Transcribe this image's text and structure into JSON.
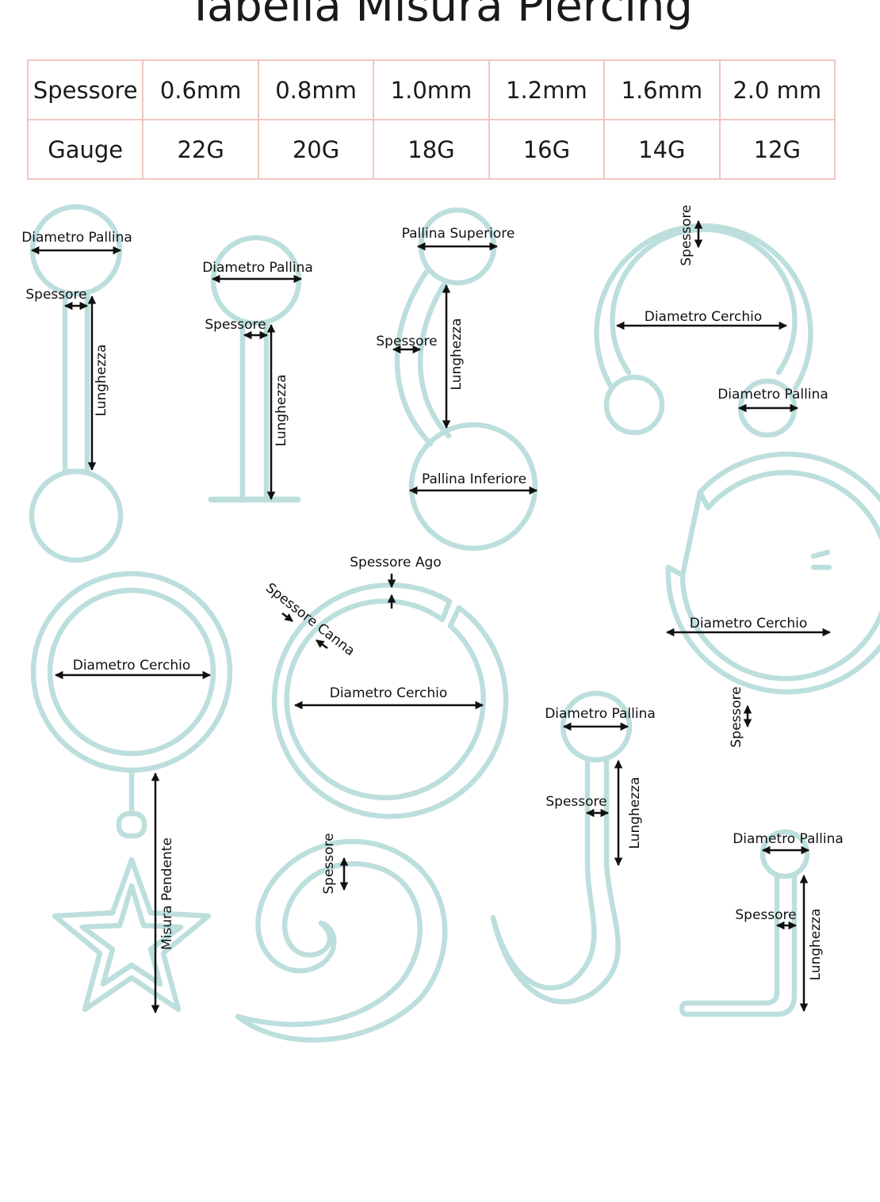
{
  "title": "Tabella Misura Piercing",
  "gauge_table": {
    "row_labels": [
      "Spessore",
      "Gauge"
    ],
    "thickness": [
      "0.6mm",
      "0.8mm",
      "1.0mm",
      "1.2mm",
      "1.6mm",
      "2.0 mm"
    ],
    "gauge": [
      "22G",
      "20G",
      "18G",
      "16G",
      "14G",
      "12G"
    ]
  },
  "colors": {
    "outline": "#bcdfdd",
    "table_border": "#f1c6c2",
    "arrow": "#111111"
  },
  "labels": {
    "diametro_pallina": "Diametro Pallina",
    "spessore": "Spessore",
    "lunghezza": "Lunghezza",
    "pallina_superiore": "Pallina Superiore",
    "pallina_inferiore": "Pallina Inferiore",
    "diametro_cerchio": "Diametro Cerchio",
    "spessore_ago": "Spessore Ago",
    "spessore_canna": "Spessore Canna",
    "misura_pendente": "Misura Pendente"
  }
}
